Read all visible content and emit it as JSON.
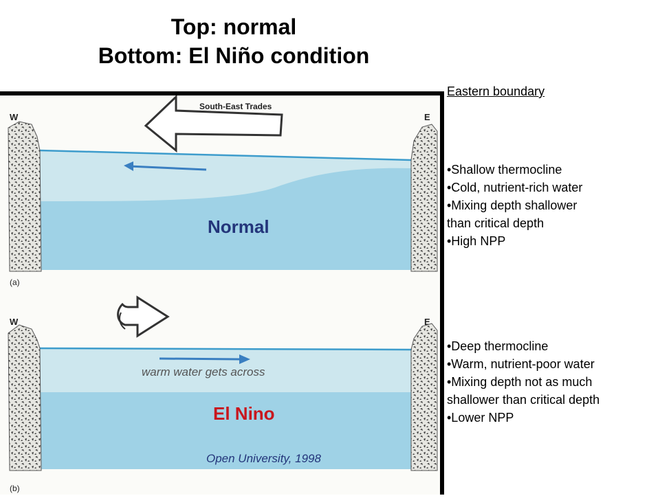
{
  "title": {
    "line1": "Top: normal",
    "line2": "Bottom: El Niño condition"
  },
  "panels": {
    "normal": {
      "west": "W",
      "east": "E",
      "wind_label": "South-East Trades",
      "condition_label": "Normal",
      "panel_tag": "(a)"
    },
    "el_nino": {
      "west": "W",
      "east": "E",
      "annotation": "warm water gets across",
      "condition_label": "El Nino",
      "credit": "Open University, 1998",
      "panel_tag": "(b)"
    }
  },
  "eastern_boundary": {
    "heading": "Eastern boundary",
    "normal": [
      "•Shallow thermocline",
      "•Cold, nutrient-rich water",
      "•Mixing depth shallower",
      "than critical depth",
      "•High NPP"
    ],
    "el_nino": [
      "•Deep thermocline",
      "•Warm, nutrient-poor water",
      "•Mixing depth not as much",
      "shallower than critical depth",
      "•Lower NPP"
    ]
  },
  "colors": {
    "surface_water": "#cde7ee",
    "deep_water": "#9fd2e6",
    "surface_line": "#3d9ccc",
    "arrow": "#3a7fc1",
    "label_blue": "#23357a",
    "label_red": "#c8171e"
  },
  "icons": [
    "rock-cliff-icon",
    "wind-arrow-icon",
    "current-arrow-icon",
    "curved-arrow-icon"
  ]
}
